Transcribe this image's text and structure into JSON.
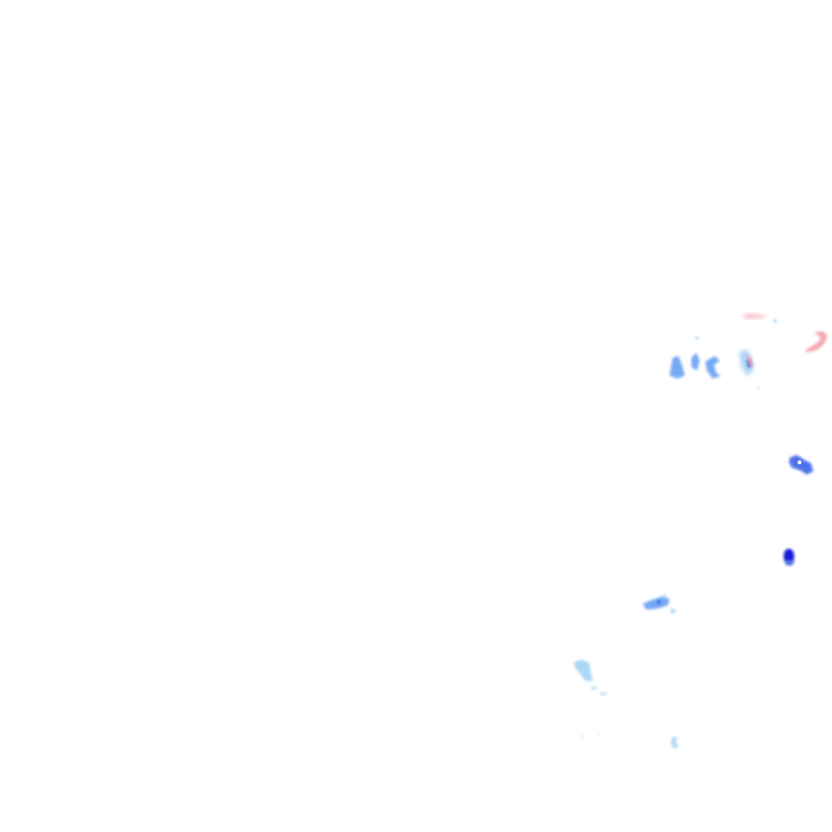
{
  "overlay": {
    "kind": "precipitation radar tile",
    "background": "#ffffff",
    "palette": {
      "light_rain": "#9cd0f5",
      "moderate_rain": "#5f9bf2",
      "heavy_rain": "#2f59e6",
      "very_heavy_rain": "#0b10d6",
      "mixed_precipitation": "#f39aa8"
    },
    "echo_groups": [
      {
        "name": "north-east-cluster",
        "intensity": "moderate_rain"
      },
      {
        "name": "north-east-mixed-band",
        "intensity": "mixed_precipitation"
      },
      {
        "name": "east-cell",
        "intensity": "heavy_rain"
      },
      {
        "name": "east-core-cell",
        "intensity": "very_heavy_rain"
      },
      {
        "name": "south-east-line",
        "intensity": "moderate_rain"
      },
      {
        "name": "south-light-showers",
        "intensity": "light_rain"
      }
    ]
  }
}
